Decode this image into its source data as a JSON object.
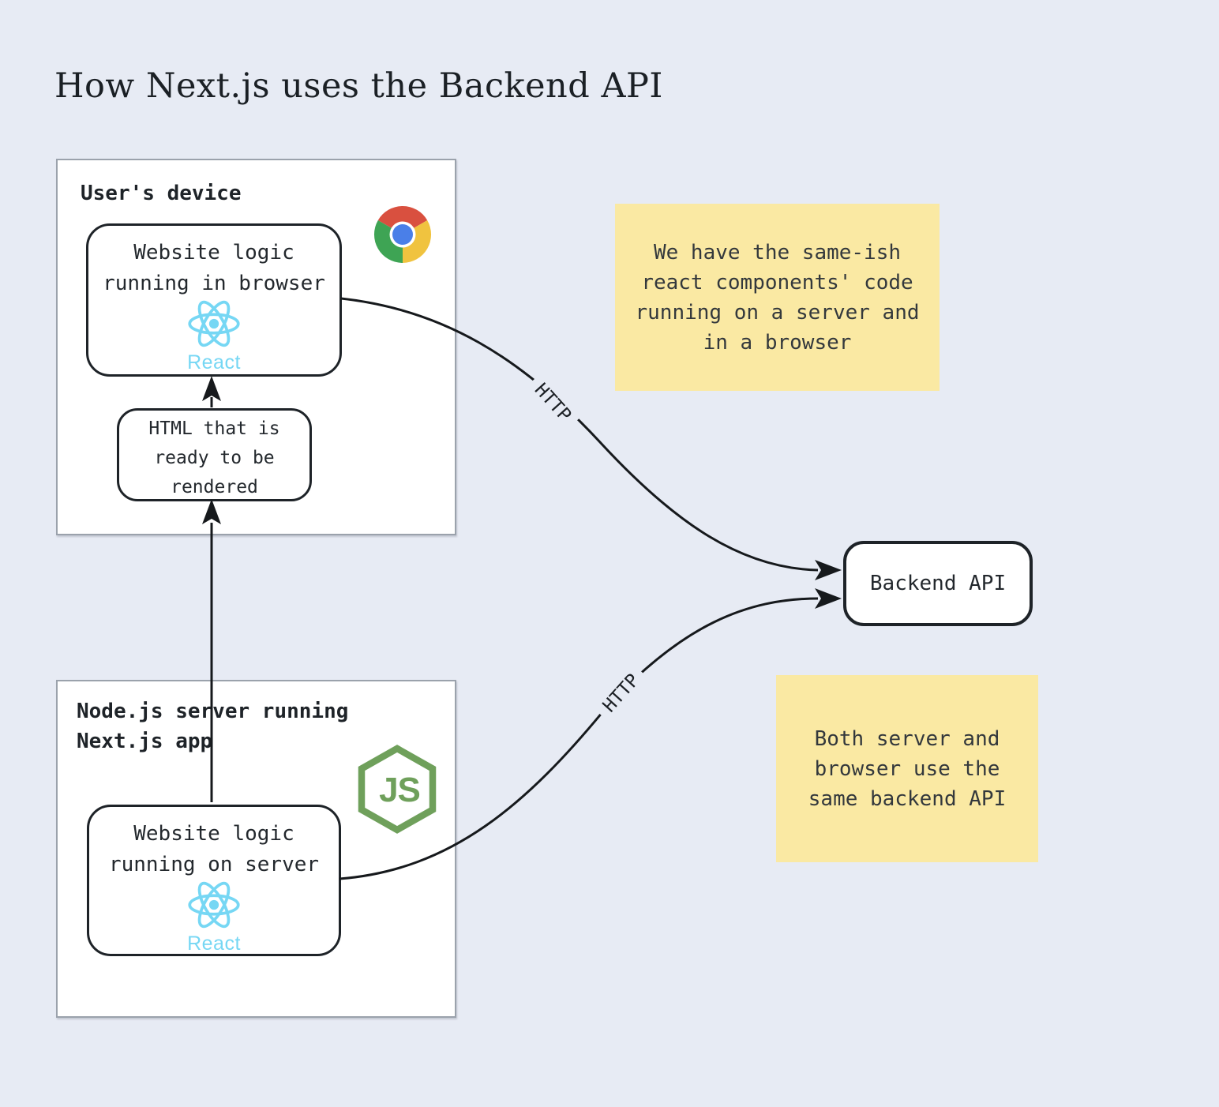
{
  "title": "How Next.js uses the Backend API",
  "user_device": {
    "label": "User's device",
    "browser_logic_line1": "Website logic",
    "browser_logic_line2": "running in browser",
    "react_label": "React",
    "html_line1": "HTML that is",
    "html_line2": "ready to be",
    "html_line3": "rendered"
  },
  "node_server": {
    "label_line1": "Node.js server running",
    "label_line2": "Next.js app",
    "server_logic_line1": "Website logic",
    "server_logic_line2": "running on server",
    "react_label": "React",
    "nodejs_monogram": "JS"
  },
  "backend_api": {
    "label": "Backend API"
  },
  "notes": {
    "note1_line1": "We have the same-ish",
    "note1_line2": "react components' code",
    "note1_line3": "running on a server and",
    "note1_line4": "in a browser",
    "note2_line1": "Both server and",
    "note2_line2": "browser use the",
    "note2_line3": "same backend API"
  },
  "http_labels": {
    "browser_to_api": "HTTP",
    "server_to_api": "HTTP"
  },
  "colors": {
    "background": "#E7EBF4",
    "note_yellow": "#FAE9A3",
    "react_blue": "#76D7F4",
    "node_green": "#6FA05B",
    "ink": "#1E2328",
    "panel_border_gray": "#9BA2AC"
  }
}
